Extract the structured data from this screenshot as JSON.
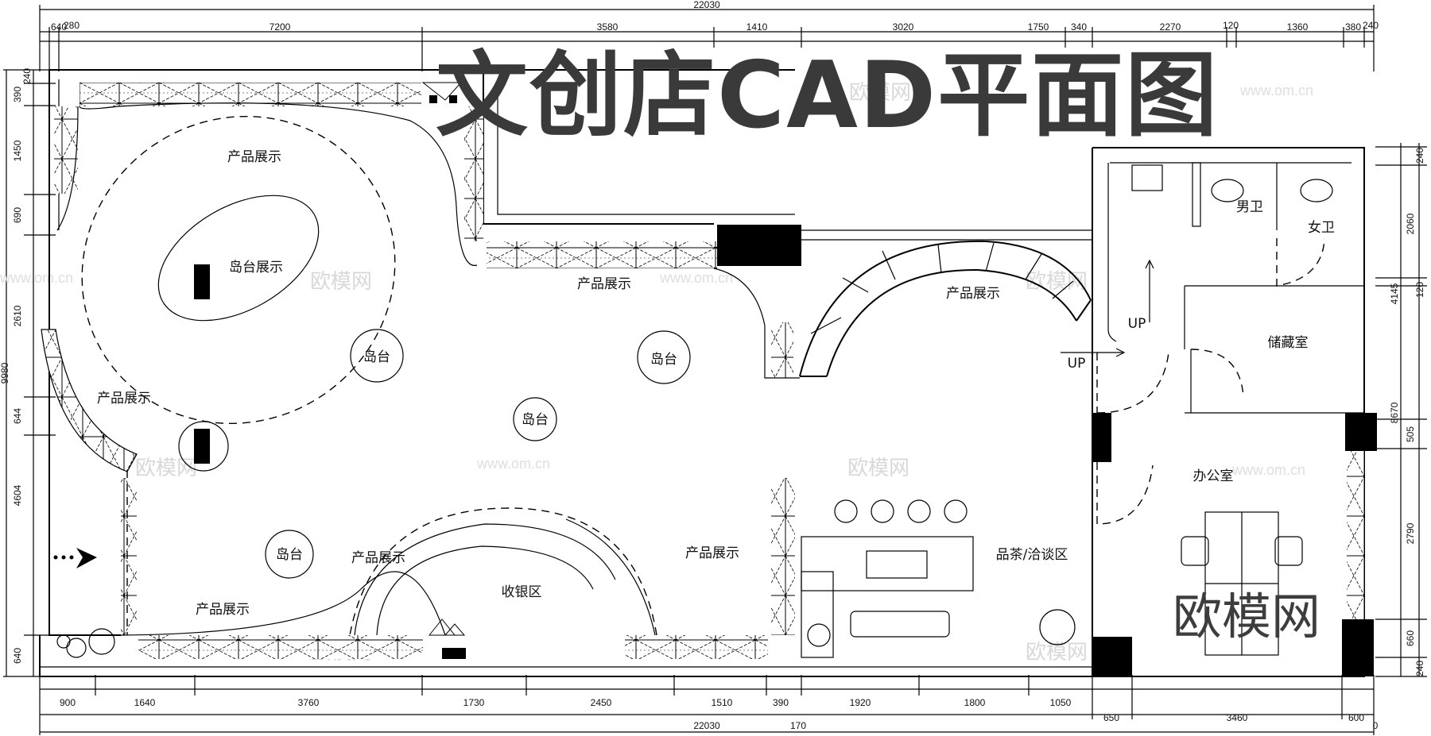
{
  "title": "文创店CAD平面图",
  "watermark": {
    "brand": "欧模网",
    "url": "www.om.cn"
  },
  "dimensions": {
    "top_total": "22030",
    "top": [
      "640",
      "280",
      "7200",
      "3580",
      "1410",
      "3020",
      "1750",
      "340",
      "2270",
      "120",
      "1360",
      "380",
      "240"
    ],
    "bottom_total": "22030",
    "bottom_extra": "170",
    "bottom": [
      "900",
      "1640",
      "3760",
      "1730",
      "2450",
      "1510",
      "390",
      "1920",
      "1800",
      "1050",
      "650",
      "3460",
      "600",
      "0"
    ],
    "left": [
      "240",
      "390",
      "1450",
      "690",
      "2610",
      "644",
      "4604",
      "640"
    ],
    "left_total": "9980",
    "right": [
      "240",
      "2060",
      "4145",
      "120",
      "8670",
      "505",
      "2790",
      "660",
      "240"
    ]
  },
  "labels": {
    "product_display": "产品展示",
    "island_display": "岛台展示",
    "island": "岛台",
    "cashier": "收银区",
    "tea_area": "品茶/洽谈区",
    "office": "办公室",
    "storage": "储藏室",
    "men_wc": "男卫",
    "women_wc": "女卫",
    "up": "UP"
  }
}
